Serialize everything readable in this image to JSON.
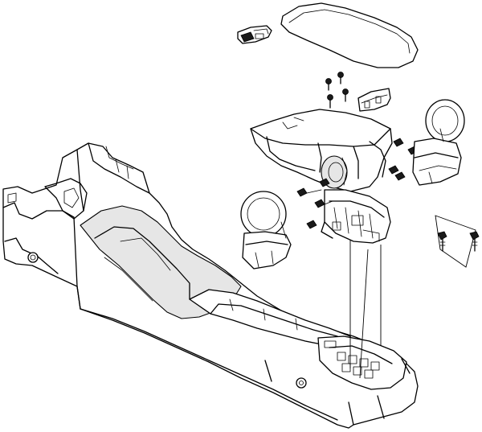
{
  "figure": {
    "type": "exploded-parts-diagram",
    "parts": [
      {
        "name": "armrest-lid",
        "icon": "padded-lid"
      },
      {
        "name": "latch-button",
        "icon": "latch"
      },
      {
        "name": "lid-screws",
        "icon": "screw",
        "count": 4
      },
      {
        "name": "hinge-plate",
        "icon": "hinge"
      },
      {
        "name": "storage-bin",
        "icon": "bin"
      },
      {
        "name": "cupholder-insert-right",
        "icon": "cupholder"
      },
      {
        "name": "cupholder-insert-left",
        "icon": "cupholder"
      },
      {
        "name": "retaining-clips",
        "icon": "clip",
        "count": 8
      },
      {
        "name": "bracket-assembly",
        "icon": "bracket"
      },
      {
        "name": "mounting-bolts",
        "icon": "bolt",
        "count": 2
      },
      {
        "name": "floor-console-base",
        "icon": "console"
      }
    ],
    "colors": {
      "ink": "#000000",
      "paper": "#ffffff",
      "shade": "#e6e6e6"
    }
  }
}
